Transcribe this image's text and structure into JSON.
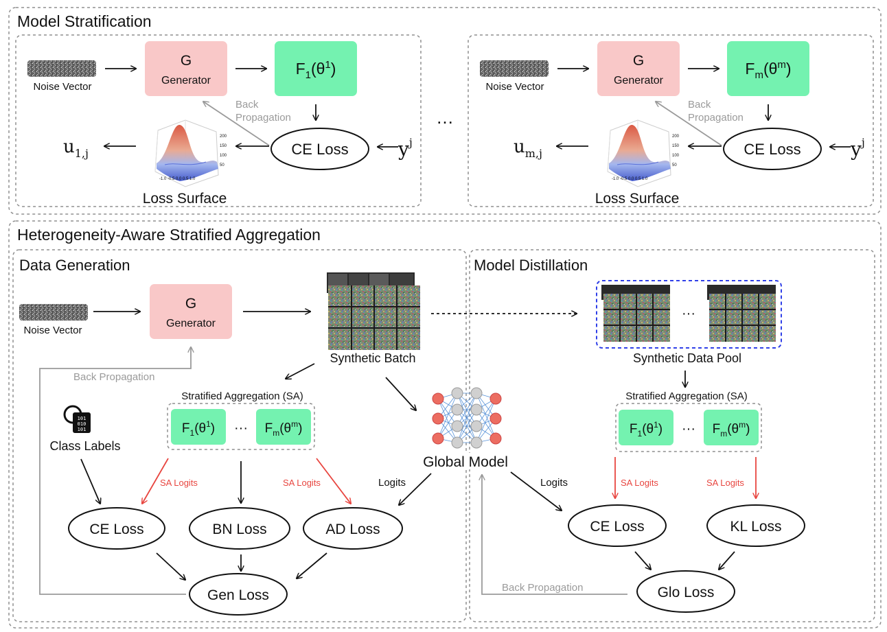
{
  "top_panel": {
    "title": "Model Stratification",
    "left": {
      "noise_label": "Noise Vector",
      "gen_letter": "G",
      "gen_label": "Generator",
      "model_base": "F",
      "model_sub": "1",
      "model_arg": "(θ",
      "model_sup": "1",
      "model_close": ")",
      "backprop_line1": "Back",
      "backprop_line2": "Propagation",
      "ce_loss": "CE Loss",
      "y_base": "y",
      "y_sup": "j",
      "u_base": "u",
      "u_sub": "1,j",
      "surface_label": "Loss Surface"
    },
    "ellipsis": "…",
    "right": {
      "noise_label": "Noise Vector",
      "gen_letter": "G",
      "gen_label": "Generator",
      "model_base": "F",
      "model_sub": "m",
      "model_arg": "(θ",
      "model_sup": "m",
      "model_close": ")",
      "backprop_line1": "Back",
      "backprop_line2": "Propagation",
      "ce_loss": "CE Loss",
      "y_base": "y",
      "y_sup": "j",
      "u_base": "u",
      "u_sub": "m,j",
      "surface_label": "Loss Surface"
    }
  },
  "bottom_panel": {
    "title": "Heterogeneity-Aware Stratified Aggregation",
    "data_generation": {
      "title": "Data Generation",
      "noise_label": "Noise Vector",
      "gen_letter": "G",
      "gen_label": "Generator",
      "synthetic_batch": "Synthetic Batch",
      "back_propagation": "Back Propagation",
      "sa_title": "Stratified Aggregation (SA)",
      "sa_m1": {
        "base": "F",
        "sub": "1",
        "arg": "(θ",
        "sup": "1",
        "close": ")"
      },
      "sa_dots": "···",
      "sa_m2": {
        "base": "F",
        "sub": "m",
        "arg": "(θ",
        "sup": "m",
        "close": ")"
      },
      "class_labels": "Class Labels",
      "sa_logits_left": "SA Logits",
      "sa_logits_right": "SA Logits",
      "logits": "Logits",
      "ce_loss": "CE Loss",
      "bn_loss": "BN Loss",
      "ad_loss": "AD Loss",
      "gen_loss": "Gen Loss"
    },
    "global_model": "Global Model",
    "model_distillation": {
      "title": "Model Distillation",
      "pool_label": "Synthetic Data Pool",
      "pool_dots": "···",
      "sa_title": "Stratified Aggregation (SA)",
      "sa_m1": {
        "base": "F",
        "sub": "1",
        "arg": "(θ",
        "sup": "1",
        "close": ")"
      },
      "sa_dots": "···",
      "sa_m2": {
        "base": "F",
        "sub": "m",
        "arg": "(θ",
        "sup": "m",
        "close": ")"
      },
      "logits": "Logits",
      "sa_logits_left": "SA Logits",
      "sa_logits_right": "SA Logits",
      "ce_loss": "CE Loss",
      "kl_loss": "KL Loss",
      "glo_loss": "Glo Loss",
      "back_propagation": "Back Propagation"
    }
  },
  "colors": {
    "generator_fill": "#f9c8c8",
    "model_fill": "#74f2b0",
    "backprop": "#9a9a9a",
    "sa_logits": "#e8453f",
    "pool_border": "#2f3fe8",
    "panel_border": "#8f8f8f"
  }
}
